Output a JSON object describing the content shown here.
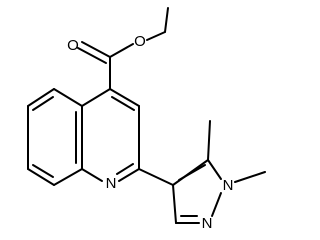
{
  "molecule": {
    "atom_labels": {
      "carbonyl_oxygen": "O",
      "ester_oxygen": "O",
      "quinoline_nitrogen": "N",
      "pyrazole_n1": "N",
      "pyrazole_n2": "N"
    }
  },
  "colors": {
    "bond": "#000000",
    "background": "#ffffff"
  }
}
